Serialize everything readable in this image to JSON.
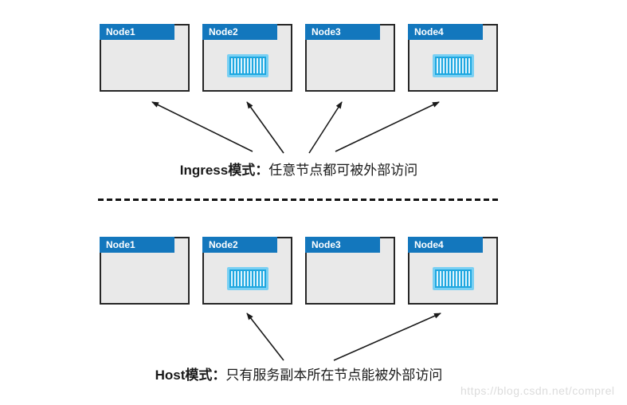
{
  "sections": [
    {
      "name": "ingress",
      "nodes": [
        {
          "label": "Node1",
          "has_container": false
        },
        {
          "label": "Node2",
          "has_container": true
        },
        {
          "label": "Node3",
          "has_container": false
        },
        {
          "label": "Node4",
          "has_container": true
        }
      ],
      "caption": {
        "bold": "Ingress模式：",
        "text": "任意节点都可被外部访问"
      },
      "arrow_targets": [
        "Node1",
        "Node2",
        "Node3",
        "Node4"
      ]
    },
    {
      "name": "host",
      "nodes": [
        {
          "label": "Node1",
          "has_container": false
        },
        {
          "label": "Node2",
          "has_container": true
        },
        {
          "label": "Node3",
          "has_container": false
        },
        {
          "label": "Node4",
          "has_container": true
        }
      ],
      "caption": {
        "bold": "Host模式：",
        "text": "只有服务副本所在节点能被外部访问"
      },
      "arrow_targets": [
        "Node2",
        "Node4"
      ]
    }
  ],
  "watermark": {
    "text": "https://blog.csdn.net/comprel"
  },
  "colors": {
    "node_header": "#1377BD",
    "node_body": "#E9E9E9",
    "node_border": "#262626",
    "container_fill": "#1EA7E0",
    "container_glow": "#7AD0F3",
    "container_stripe": "#DEF4FD",
    "arrow": "#1A1A1A",
    "watermark": "#DCDCDC"
  }
}
